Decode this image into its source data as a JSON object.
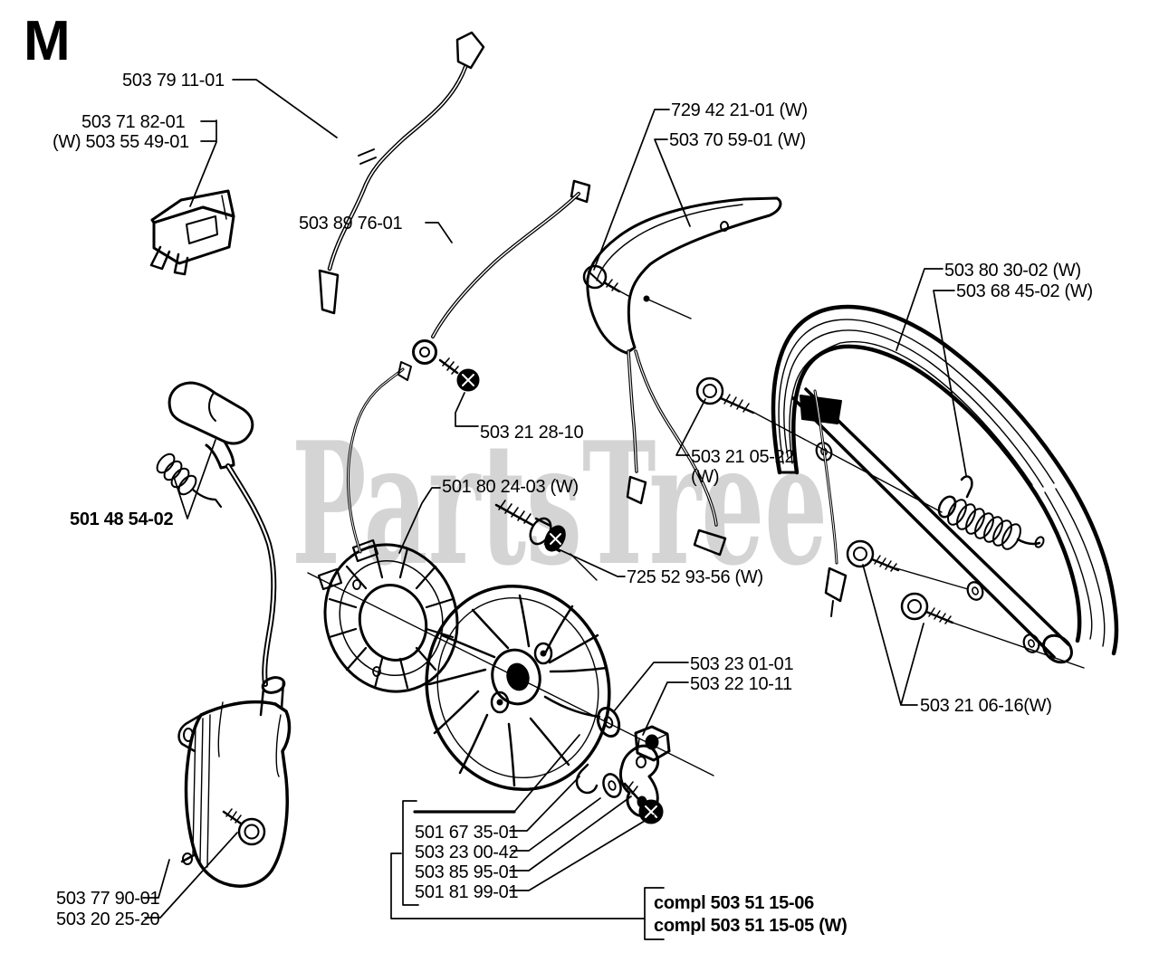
{
  "diagram": {
    "section_letter": "M",
    "watermark": "PartsTree",
    "labels": [
      {
        "part": "ignition-wire",
        "text": "503 79 11-01",
        "bold": false
      },
      {
        "part": "ignition-switch",
        "text": "503 71 82-01",
        "bold": false
      },
      {
        "part": "ignition-switch-w",
        "text": "(W) 503 55 49-01",
        "bold": false
      },
      {
        "part": "guard-screw",
        "text": "729 42 21-01 (W)",
        "bold": false
      },
      {
        "part": "hand-guard",
        "text": "503 70 59-01 (W)",
        "bold": false
      },
      {
        "part": "short-wire",
        "text": "503 89 76-01",
        "bold": false
      },
      {
        "part": "front-handle",
        "text": "503 80 30-02 (W)",
        "bold": false
      },
      {
        "part": "handle-spring",
        "text": "503 68 45-02 (W)",
        "bold": false
      },
      {
        "part": "terminal-screw",
        "text": "503 21 28-10",
        "bold": false
      },
      {
        "part": "stator-plate",
        "text": "501 80 24-03 (W)",
        "bold": false
      },
      {
        "part": "handle-screw",
        "text": "503 21 05-22",
        "bold": false
      },
      {
        "part": "handle-screw-w",
        "text": "(W)",
        "bold": false
      },
      {
        "part": "plug-cap-spring",
        "text": "501 48 54-02",
        "bold": true
      },
      {
        "part": "flywheel-screw",
        "text": "725 52 93-56 (W)",
        "bold": false
      },
      {
        "part": "washer",
        "text": "503 23 01-01",
        "bold": false
      },
      {
        "part": "nut",
        "text": "503 22 10-11",
        "bold": false
      },
      {
        "part": "bar-screws",
        "text": "503 21 06-16(W)",
        "bold": false
      },
      {
        "part": "pawl",
        "text": "501 67 35-01",
        "bold": false
      },
      {
        "part": "pawl-spring",
        "text": "503 23 00-42",
        "bold": false
      },
      {
        "part": "pawl-washer",
        "text": "503 85 95-01",
        "bold": false
      },
      {
        "part": "pawl-screw",
        "text": "501 81 99-01",
        "bold": false
      },
      {
        "part": "ignition-module",
        "text": "503 77 90-01",
        "bold": false
      },
      {
        "part": "module-screw",
        "text": "503 20 25-20",
        "bold": false
      },
      {
        "part": "flywheel-complete",
        "text": "compl 503 51 15-06",
        "bold": true
      },
      {
        "part": "flywheel-complete-w",
        "text": "compl 503 51 15-05 (W)",
        "bold": true
      }
    ]
  },
  "colors": {
    "ink": "#000000",
    "background": "#ffffff",
    "watermark": "#d4d4d4"
  }
}
